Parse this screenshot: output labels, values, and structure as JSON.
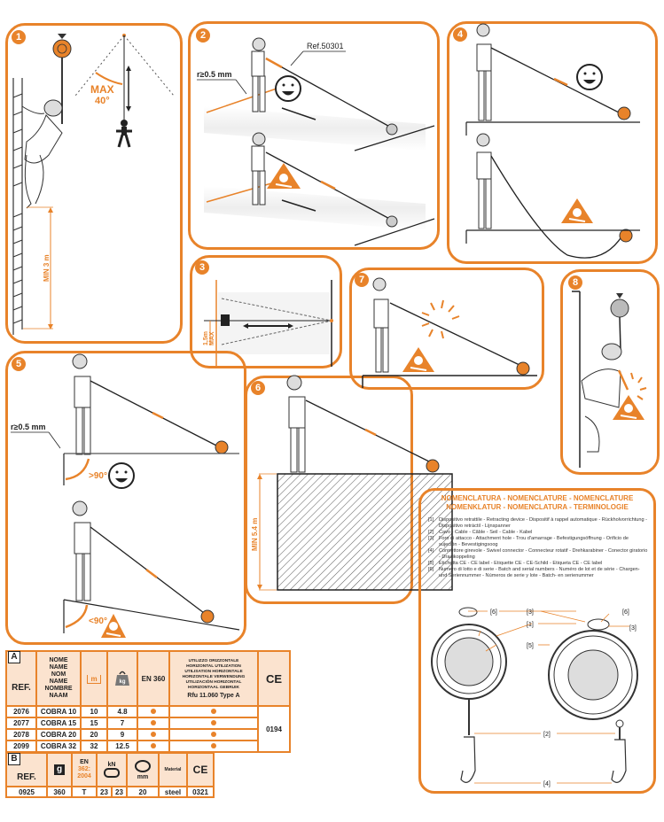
{
  "panels": {
    "p1": {
      "number": "1",
      "angle_label_1": "MAX",
      "angle_label_2": "40°",
      "height_label": "MIN 3 m"
    },
    "p2": {
      "number": "2",
      "ref_label": "Ref.50301",
      "radius_label": "r≥0.5 mm"
    },
    "p3": {
      "number": "3",
      "height_label_1": "1,5m",
      "height_label_2": "MAX"
    },
    "p4": {
      "number": "4"
    },
    "p5": {
      "number": "5",
      "radius_label": "r≥0.5 mm",
      "angle_ok": ">90°",
      "angle_bad": "<90°"
    },
    "p6": {
      "number": "6",
      "height_label": "MIN 5.4 m"
    },
    "p7": {
      "number": "7"
    },
    "p8": {
      "number": "8"
    }
  },
  "table_a": {
    "letter": "A",
    "headers": {
      "ref": "REF.",
      "name": [
        "NOME",
        "NAME",
        "NOM",
        "NAME",
        "NOMBRE",
        "NAAM"
      ],
      "length": "m",
      "weight": "kg",
      "standard": "EN 360",
      "horizontal": [
        "UTILIZZO ORIZZONTALE",
        "HORIZONTAL UTILIZATION",
        "UTILISATION HORIZONTALE",
        "HORIZONTALE VERWENDUNG",
        "UTILIZACIÓN HORIZONTAL",
        "HORIZONTAAL GEBRUIK"
      ],
      "horizontal_ref": "Rfu 11.060 Type A",
      "ce": "CE"
    },
    "rows": [
      {
        "ref": "2076",
        "name": "COBRA 10",
        "m": "10",
        "kg": "4.8"
      },
      {
        "ref": "2077",
        "name": "COBRA 15",
        "m": "15",
        "kg": "7"
      },
      {
        "ref": "2078",
        "name": "COBRA 20",
        "m": "20",
        "kg": "9"
      },
      {
        "ref": "2099",
        "name": "COBRA 32",
        "m": "32",
        "kg": "12.5"
      }
    ],
    "ce_value": "0194"
  },
  "table_b": {
    "letter": "B",
    "headers": {
      "ref": "REF.",
      "weight": "g",
      "standard_1": "EN",
      "standard_2": "362:",
      "standard_3": "2004",
      "strength": "kN",
      "opening": "mm",
      "material": "Material",
      "ce": "CE"
    },
    "row": {
      "ref": "0925",
      "g": "360",
      "en": "T",
      "kn1": "23",
      "kn2": "23",
      "mm": "20",
      "material": "steel",
      "ce": "0321"
    }
  },
  "nomenclature": {
    "title_1": "NOMENCLATURA - NOMENCLATURE - NOMENCLATURE",
    "title_2": "NOMENKLATUR - NOMENCLATURA - TERMINOLOGIE",
    "items": [
      {
        "key": "[1]",
        "text": "Dispositivo retrattile - Retracting device - Dispositif à rappel automatique - Rückholvorrichtung - Dispositivo retráctil - Lijnspanner"
      },
      {
        "key": "[2]",
        "text": "Cavo - Cable - Câble - Seil - Cable - Kabel"
      },
      {
        "key": "[3]",
        "text": "Foro di attacco - Attachment hole - Trou d'amarrage - Befestigungsöffnung - Orificio de sujeción - Bevestigingsoog"
      },
      {
        "key": "[4]",
        "text": "Connettore girevole - Swivel connector - Connecteur rotatif - Drehkarabiner - Conector giratorio - Draaikoppeling"
      },
      {
        "key": "[5]",
        "text": "Etichetta CE - CE label - Etiquette CE - CE-Schild - Etiqueta CE - CE label"
      },
      {
        "key": "[6]",
        "text": "Numero di lotto e di serie - Batch and serial numbers - Numéro de lot et de série - Chargen- und Seriennummer - Números de serie y lote - Batch- en serienummer"
      }
    ],
    "callouts": {
      "c1": "[1]",
      "c2": "[2]",
      "c3": "[3]",
      "c4": "[4]",
      "c5": "[5]",
      "c6": "[6]"
    }
  },
  "colors": {
    "accent": "#e8832a",
    "header_fill": "#fbe3cf"
  }
}
